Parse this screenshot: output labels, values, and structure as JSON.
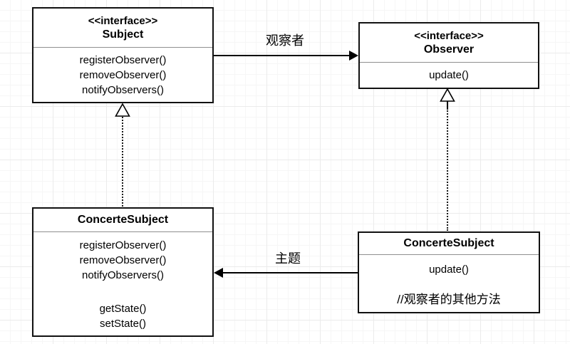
{
  "diagram": {
    "nodes": {
      "subject": {
        "stereotype": "<<interface>>",
        "name": "Subject",
        "methods": [
          "registerObserver()",
          "removeObserver()",
          "notifyObservers()"
        ]
      },
      "observer": {
        "stereotype": "<<interface>>",
        "name": "Observer",
        "methods": [
          "update()"
        ]
      },
      "concrete_subject": {
        "name": "ConcerteSubject",
        "methods": [
          "registerObserver()",
          "removeObserver()",
          "notifyObservers()",
          "",
          "getState()",
          "setState()"
        ]
      },
      "concrete_observer": {
        "name": "ConcerteSubject",
        "methods": [
          "update()",
          "//观察者的其他方法"
        ]
      }
    },
    "edges": {
      "subject_to_observer": {
        "label": "观察者",
        "type": "directed-association-solid-arrow"
      },
      "concrete_observer_to_concrete_subject": {
        "label": "主题",
        "type": "directed-association-solid-arrow"
      },
      "concrete_subject_realizes_subject": {
        "type": "realization-dotted-hollow-triangle"
      },
      "concrete_observer_realizes_observer": {
        "type": "realization-dotted-hollow-triangle"
      }
    },
    "colors": {
      "background": "#ffffff",
      "grid_minor": "#f6f6f6",
      "grid_major": "#ebebeb",
      "line": "#000000",
      "box_border": "#111111",
      "divider": "#8f8f8f"
    }
  }
}
